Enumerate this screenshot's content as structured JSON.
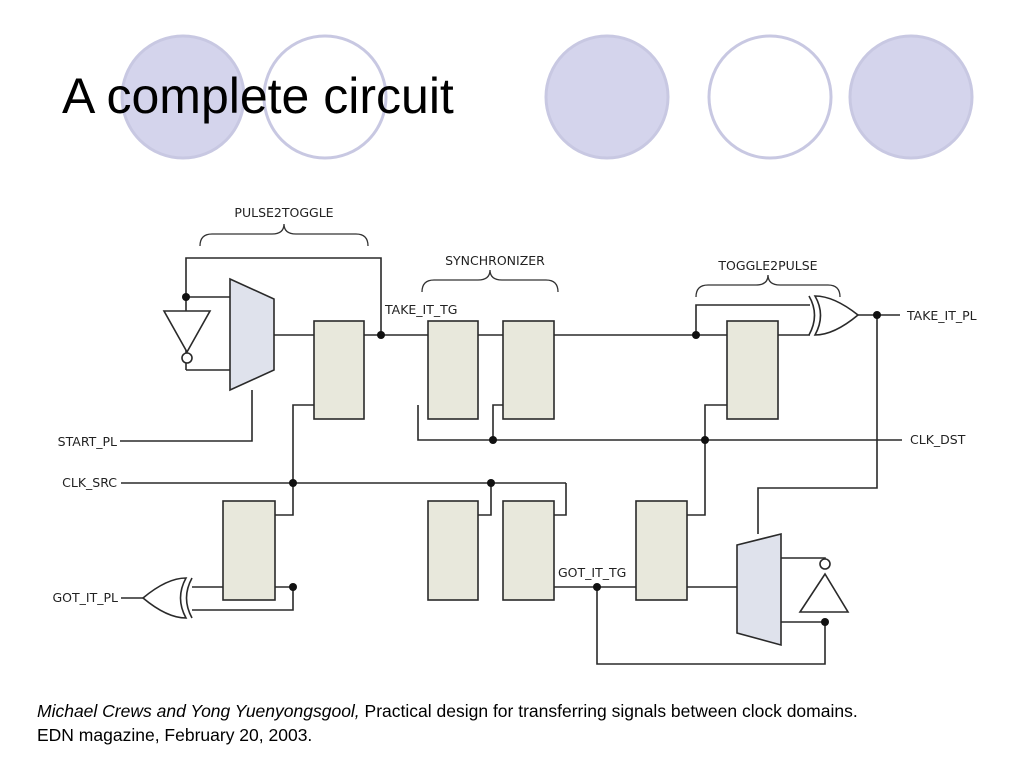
{
  "slide": {
    "title": "A complete circuit",
    "citation": {
      "authors": "Michael Crews and Yong Yuenyongsgool,",
      "title_text": " Practical design for transferring signals between clock domains.",
      "source": "EDN magazine, February 20, 2003."
    }
  },
  "colors": {
    "circle_fill": "#d4d4ec",
    "circle_stroke": "#c8c8e2",
    "flipflop_fill": "#e8e8dc",
    "mux_fill": "#dfe2ec",
    "wire": "#2a2a2a"
  },
  "diagram": {
    "sections": {
      "pulse2toggle": "PULSE2TOGGLE",
      "synchronizer": "SYNCHRONIZER",
      "toggle2pulse": "TOGGLE2PULSE"
    },
    "signals": {
      "start_pl": "START_PL",
      "clk_src": "CLK_SRC",
      "got_it_pl": "GOT_IT_PL",
      "take_it_tg": "TAKE_IT_TG",
      "take_it_pl": "TAKE_IT_PL",
      "clk_dst": "CLK_DST",
      "got_it_tg": "GOT_IT_TG"
    }
  }
}
